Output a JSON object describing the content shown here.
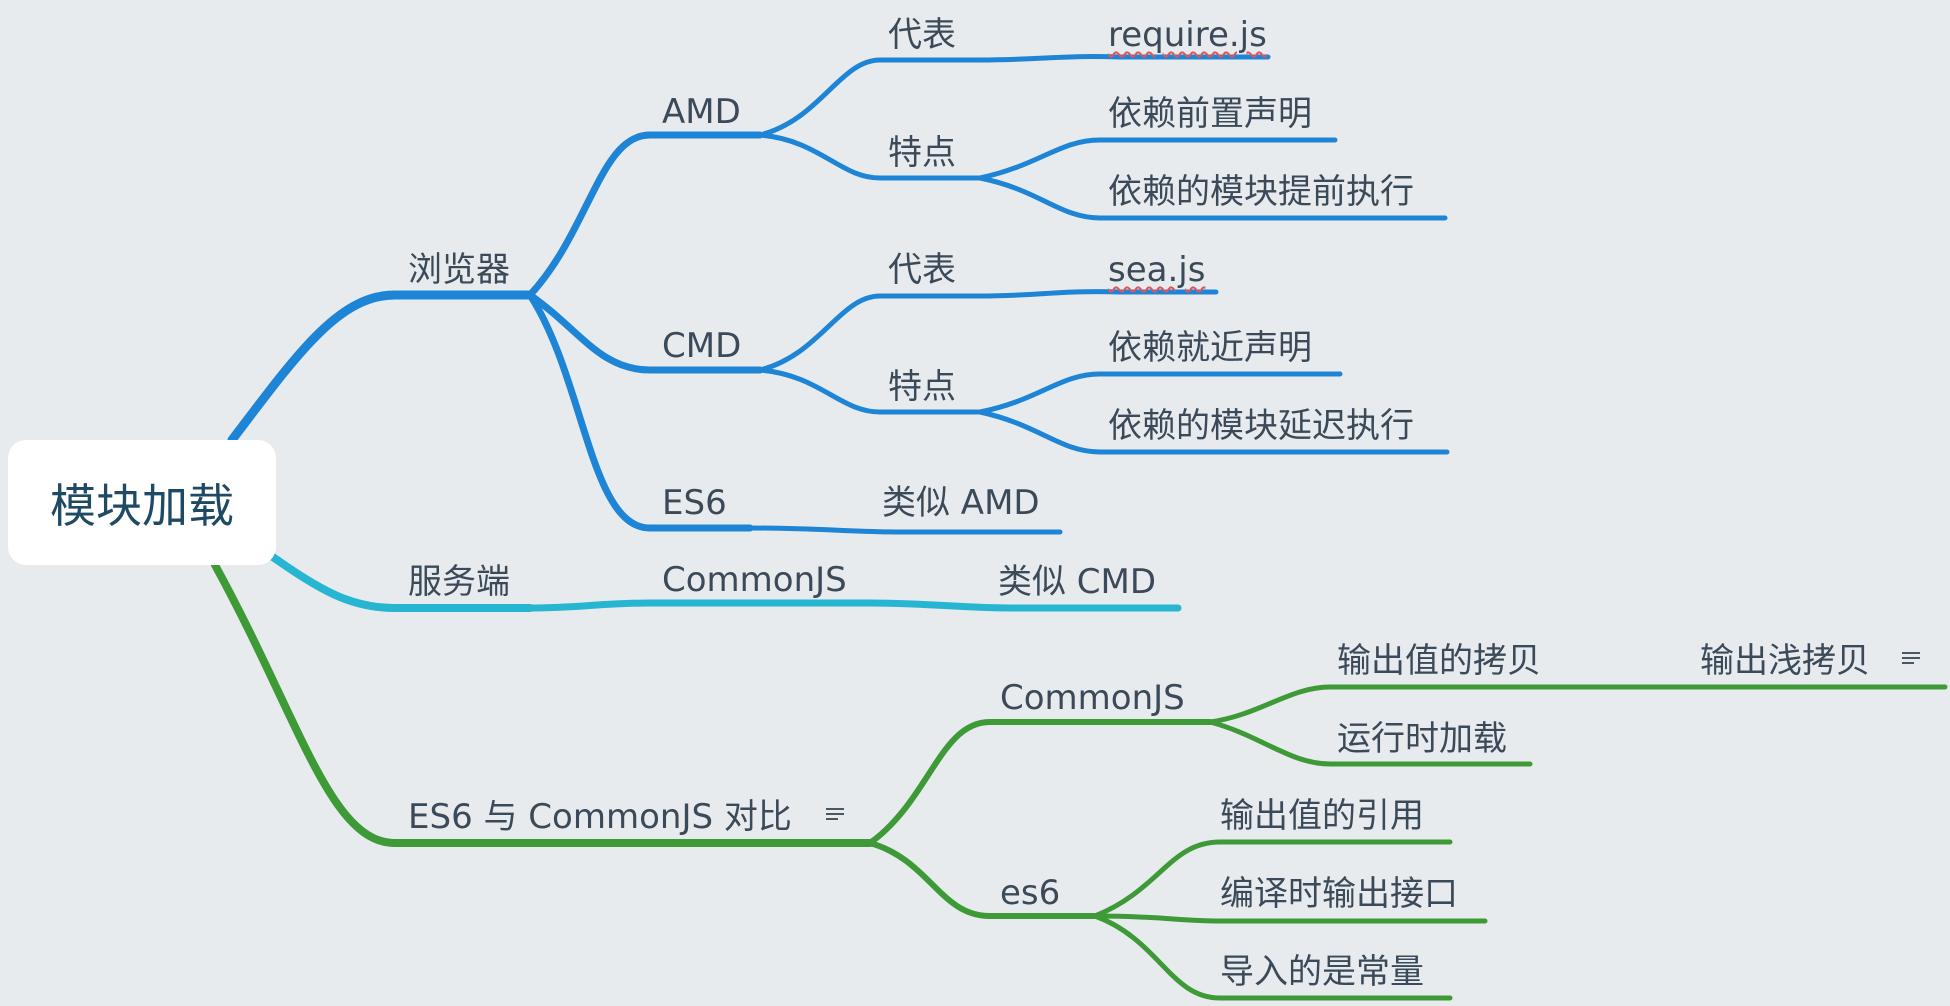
{
  "root": {
    "label": "模块加载"
  },
  "colors": {
    "browser_branch": "#1e84d6",
    "server_branch": "#27b6d2",
    "compare_branch": "#3d9a37",
    "text": "#3b4a58",
    "root_text": "#1f4a63"
  },
  "nodes": {
    "browser": "浏览器",
    "amd": "AMD",
    "amd_rep": "代表",
    "amd_rep_value": "require.js",
    "amd_feat": "特点",
    "amd_feat_1": "依赖前置声明",
    "amd_feat_2": "依赖的模块提前执行",
    "cmd": "CMD",
    "cmd_rep": "代表",
    "cmd_rep_value": "sea.js",
    "cmd_feat": "特点",
    "cmd_feat_1": "依赖就近声明",
    "cmd_feat_2": "依赖的模块延迟执行",
    "es6": "ES6",
    "es6_like": "类似 AMD",
    "server": "服务端",
    "server_commonjs": "CommonJS",
    "server_like": "类似 CMD",
    "compare": "ES6 与 CommonJS 对比",
    "cmp_commonjs": "CommonJS",
    "cmp_cjs_1": "输出值的拷贝",
    "cmp_cjs_1_child": "输出浅拷贝",
    "cmp_cjs_2": "运行时加载",
    "cmp_es6": "es6",
    "cmp_es6_1": "输出值的引用",
    "cmp_es6_2": "编译时输出接口",
    "cmp_es6_3": "导入的是常量"
  },
  "icons": {
    "compare_note": "note-icon",
    "shallow_copy_note": "note-icon"
  }
}
